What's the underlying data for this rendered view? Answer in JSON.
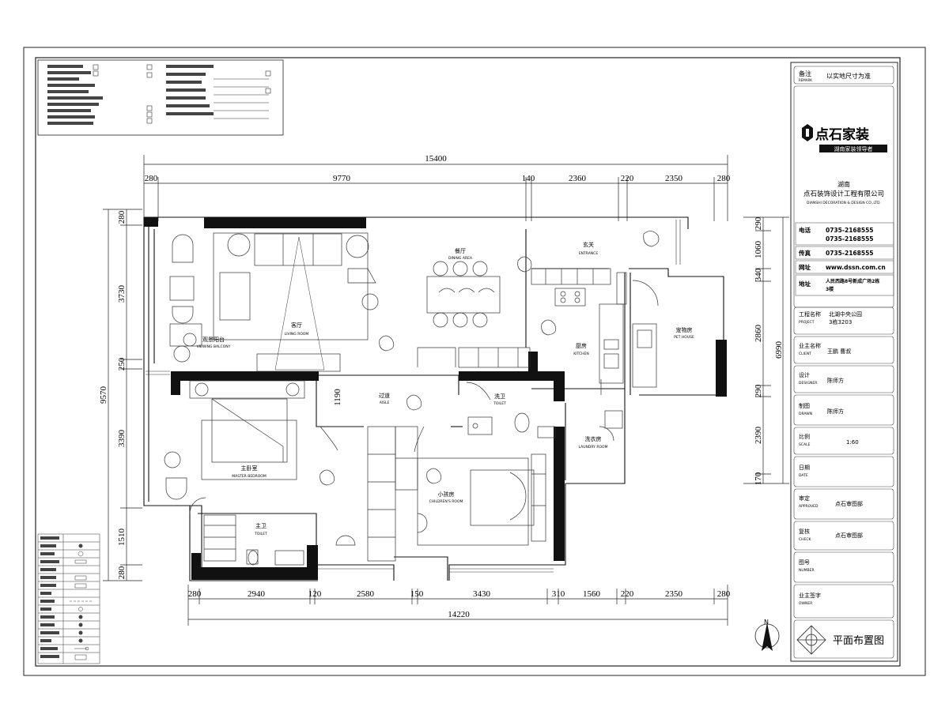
{
  "title_block": {
    "remark_label": "备注",
    "remark_sub": "REMARK",
    "remark_value": "以实地尺寸为准",
    "brand_name": "点石家装",
    "brand_tagline": "湖南家装领导者",
    "company_region": "湖南",
    "company_name": "点石装饰设计工程有限公司",
    "company_en": "DIANSHI DECORATION & DESIGN CO.,LTD.",
    "tel_label": "电话",
    "tel_1": "0735-2168555",
    "tel_2": "0735-2168555",
    "fax_label": "传真",
    "fax": "0735-2168555",
    "web_label": "网址",
    "web": "www.dssn.com.cn",
    "addr_label": "地址",
    "addr_1": "人民西路8号新成广场2栋",
    "addr_2": "3楼",
    "project_label": "工程名称",
    "project_sub": "PROJECT",
    "project_1": "北湖中央公园",
    "project_2": "3栋3203",
    "client_label": "业主名称",
    "client_sub": "CLIENT",
    "client": "王鹏  曹叔",
    "design_label": "设计",
    "design_sub": "DESIGNER",
    "design": "陈师方",
    "draw_label": "制图",
    "draw_sub": "DRAWN",
    "draw": "陈师方",
    "scale_label": "比例",
    "scale_sub": "SCALE",
    "scale": "1:60",
    "date_label": "日期",
    "date_sub": "DATE",
    "date": "",
    "approve_label": "审定",
    "approve_sub": "APPROVED",
    "approve": "点石审图部",
    "check_label": "复核",
    "check_sub": "CHECK",
    "check": "点石审图部",
    "num_label": "图号",
    "num_sub": "NUMBER",
    "sign_label": "业主签字",
    "sign_sub": "OWNER",
    "sheet_title": "平面布置图",
    "north_letter": "N"
  },
  "rooms": {
    "living": "客厅",
    "living_en": "LIVING ROOM",
    "dining": "餐厅",
    "dining_en": "DINING AREA",
    "entrance": "玄关",
    "entrance_en": "ENTRANCE",
    "balcony": "观景阳台",
    "balcony_en": "VIEWING BALCONY",
    "pet": "宠物房",
    "pet_en": "PET HOUSE",
    "kitchen": "厨房",
    "kitchen_en": "KITCHEN",
    "aisle": "过道",
    "aisle_en": "AISLE",
    "toilet_a": "洗卫",
    "toilet_a_en": "TOILET",
    "laundry": "洗衣房",
    "laundry_en": "LAUNDRY ROOM",
    "master": "主卧室",
    "master_en": "MASTER BEDROOM",
    "children": "小孩房",
    "children_en": "CHILDREN'S ROOM",
    "toilet_b": "主卫",
    "toilet_b_en": "TOILET"
  },
  "dimensions": {
    "top_total": "15400",
    "top": [
      "280",
      "9770",
      "140",
      "2360",
      "220",
      "2350",
      "280"
    ],
    "bottom_total": "14220",
    "bottom": [
      "280",
      "2940",
      "120",
      "2580",
      "150",
      "3430",
      "310",
      "1560",
      "220",
      "2350",
      "280"
    ],
    "left_total": "9570",
    "left": [
      "280",
      "3730",
      "250",
      "3390",
      "1510",
      "280"
    ],
    "right_total": "6990",
    "right": [
      "290",
      "1060",
      "340",
      "2860",
      "290",
      "2390",
      "170"
    ],
    "aisle": "1190"
  },
  "notes": [],
  "legend": []
}
